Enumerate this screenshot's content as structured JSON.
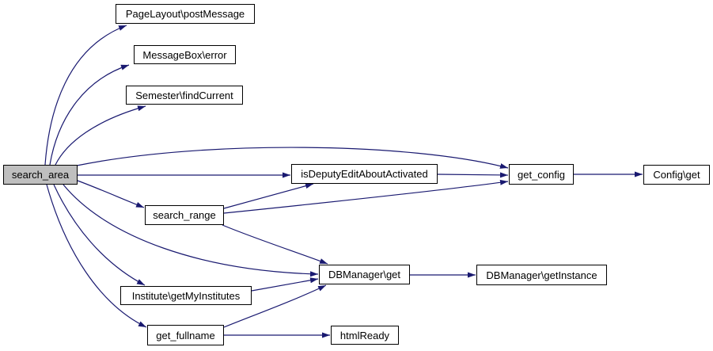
{
  "diagram": {
    "kind": "call-graph",
    "edge_color": "#191970",
    "node_fill": "#ffffff",
    "node_border": "#000000",
    "current_node_fill": "#bfbfbf"
  },
  "nodes": {
    "search_area": {
      "label": "search_area",
      "current": true
    },
    "postmessage": {
      "label": "PageLayout\\postMessage"
    },
    "messagebox_error": {
      "label": "MessageBox\\error"
    },
    "semester_findcurrent": {
      "label": "Semester\\findCurrent"
    },
    "isdeputy": {
      "label": "isDeputyEditAboutActivated"
    },
    "get_config": {
      "label": "get_config"
    },
    "config_get": {
      "label": "Config\\get"
    },
    "search_range": {
      "label": "search_range"
    },
    "dbmanager_get": {
      "label": "DBManager\\get"
    },
    "dbmanager_getinstance": {
      "label": "DBManager\\getInstance"
    },
    "institute_getmyinstitutes": {
      "label": "Institute\\getMyInstitutes"
    },
    "get_fullname": {
      "label": "get_fullname"
    },
    "htmlready": {
      "label": "htmlReady"
    }
  },
  "edges": [
    {
      "from": "search_area",
      "to": "PageLayout\\postMessage"
    },
    {
      "from": "search_area",
      "to": "MessageBox\\error"
    },
    {
      "from": "search_area",
      "to": "Semester\\findCurrent"
    },
    {
      "from": "search_area",
      "to": "isDeputyEditAboutActivated"
    },
    {
      "from": "search_area",
      "to": "get_config"
    },
    {
      "from": "search_area",
      "to": "search_range"
    },
    {
      "from": "search_area",
      "to": "DBManager\\get"
    },
    {
      "from": "search_area",
      "to": "Institute\\getMyInstitutes"
    },
    {
      "from": "search_area",
      "to": "get_fullname"
    },
    {
      "from": "isDeputyEditAboutActivated",
      "to": "get_config"
    },
    {
      "from": "search_range",
      "to": "isDeputyEditAboutActivated"
    },
    {
      "from": "search_range",
      "to": "get_config"
    },
    {
      "from": "search_range",
      "to": "DBManager\\get"
    },
    {
      "from": "get_config",
      "to": "Config\\get"
    },
    {
      "from": "DBManager\\get",
      "to": "DBManager\\getInstance"
    },
    {
      "from": "Institute\\getMyInstitutes",
      "to": "DBManager\\get"
    },
    {
      "from": "get_fullname",
      "to": "DBManager\\get"
    },
    {
      "from": "get_fullname",
      "to": "htmlReady"
    }
  ]
}
